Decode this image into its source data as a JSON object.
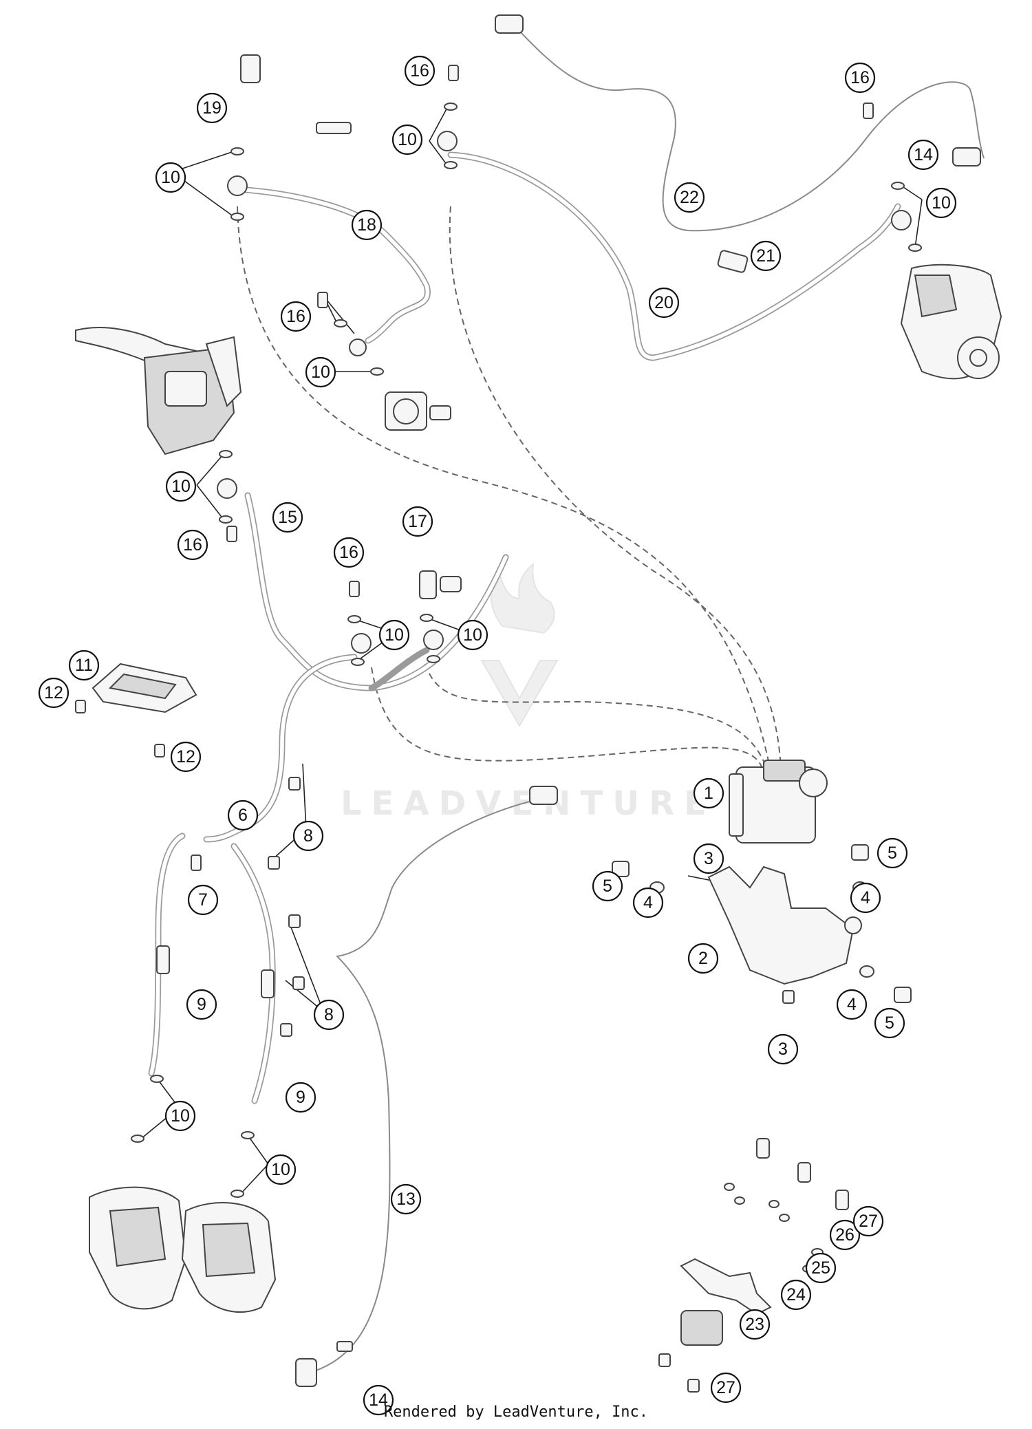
{
  "watermark": "LEADVENTURE",
  "credit": "Rendered by LeadVenture, Inc.",
  "callouts": [
    {
      "id": "c1",
      "label": "1"
    },
    {
      "id": "c2",
      "label": "2"
    },
    {
      "id": "c3a",
      "label": "3"
    },
    {
      "id": "c3b",
      "label": "3"
    },
    {
      "id": "c4a",
      "label": "4"
    },
    {
      "id": "c4b",
      "label": "4"
    },
    {
      "id": "c4c",
      "label": "4"
    },
    {
      "id": "c5a",
      "label": "5"
    },
    {
      "id": "c5b",
      "label": "5"
    },
    {
      "id": "c5c",
      "label": "5"
    },
    {
      "id": "c6",
      "label": "6"
    },
    {
      "id": "c7",
      "label": "7"
    },
    {
      "id": "c8a",
      "label": "8"
    },
    {
      "id": "c8b",
      "label": "8"
    },
    {
      "id": "c9a",
      "label": "9"
    },
    {
      "id": "c9b",
      "label": "9"
    },
    {
      "id": "c10a",
      "label": "10"
    },
    {
      "id": "c10b",
      "label": "10"
    },
    {
      "id": "c10c",
      "label": "10"
    },
    {
      "id": "c10d",
      "label": "10"
    },
    {
      "id": "c10e",
      "label": "10"
    },
    {
      "id": "c10f",
      "label": "10"
    },
    {
      "id": "c10g",
      "label": "10"
    },
    {
      "id": "c10h",
      "label": "10"
    },
    {
      "id": "c10i",
      "label": "10"
    },
    {
      "id": "c11",
      "label": "11"
    },
    {
      "id": "c12a",
      "label": "12"
    },
    {
      "id": "c12b",
      "label": "12"
    },
    {
      "id": "c13",
      "label": "13"
    },
    {
      "id": "c14a",
      "label": "14"
    },
    {
      "id": "c14b",
      "label": "14"
    },
    {
      "id": "c15",
      "label": "15"
    },
    {
      "id": "c16a",
      "label": "16"
    },
    {
      "id": "c16b",
      "label": "16"
    },
    {
      "id": "c16c",
      "label": "16"
    },
    {
      "id": "c16d",
      "label": "16"
    },
    {
      "id": "c16e",
      "label": "16"
    },
    {
      "id": "c17",
      "label": "17"
    },
    {
      "id": "c18",
      "label": "18"
    },
    {
      "id": "c19",
      "label": "19"
    },
    {
      "id": "c20",
      "label": "20"
    },
    {
      "id": "c21",
      "label": "21"
    },
    {
      "id": "c22",
      "label": "22"
    },
    {
      "id": "c23",
      "label": "23"
    },
    {
      "id": "c24",
      "label": "24"
    },
    {
      "id": "c25",
      "label": "25"
    },
    {
      "id": "c26",
      "label": "26"
    },
    {
      "id": "c27a",
      "label": "27"
    },
    {
      "id": "c27b",
      "label": "27"
    }
  ]
}
